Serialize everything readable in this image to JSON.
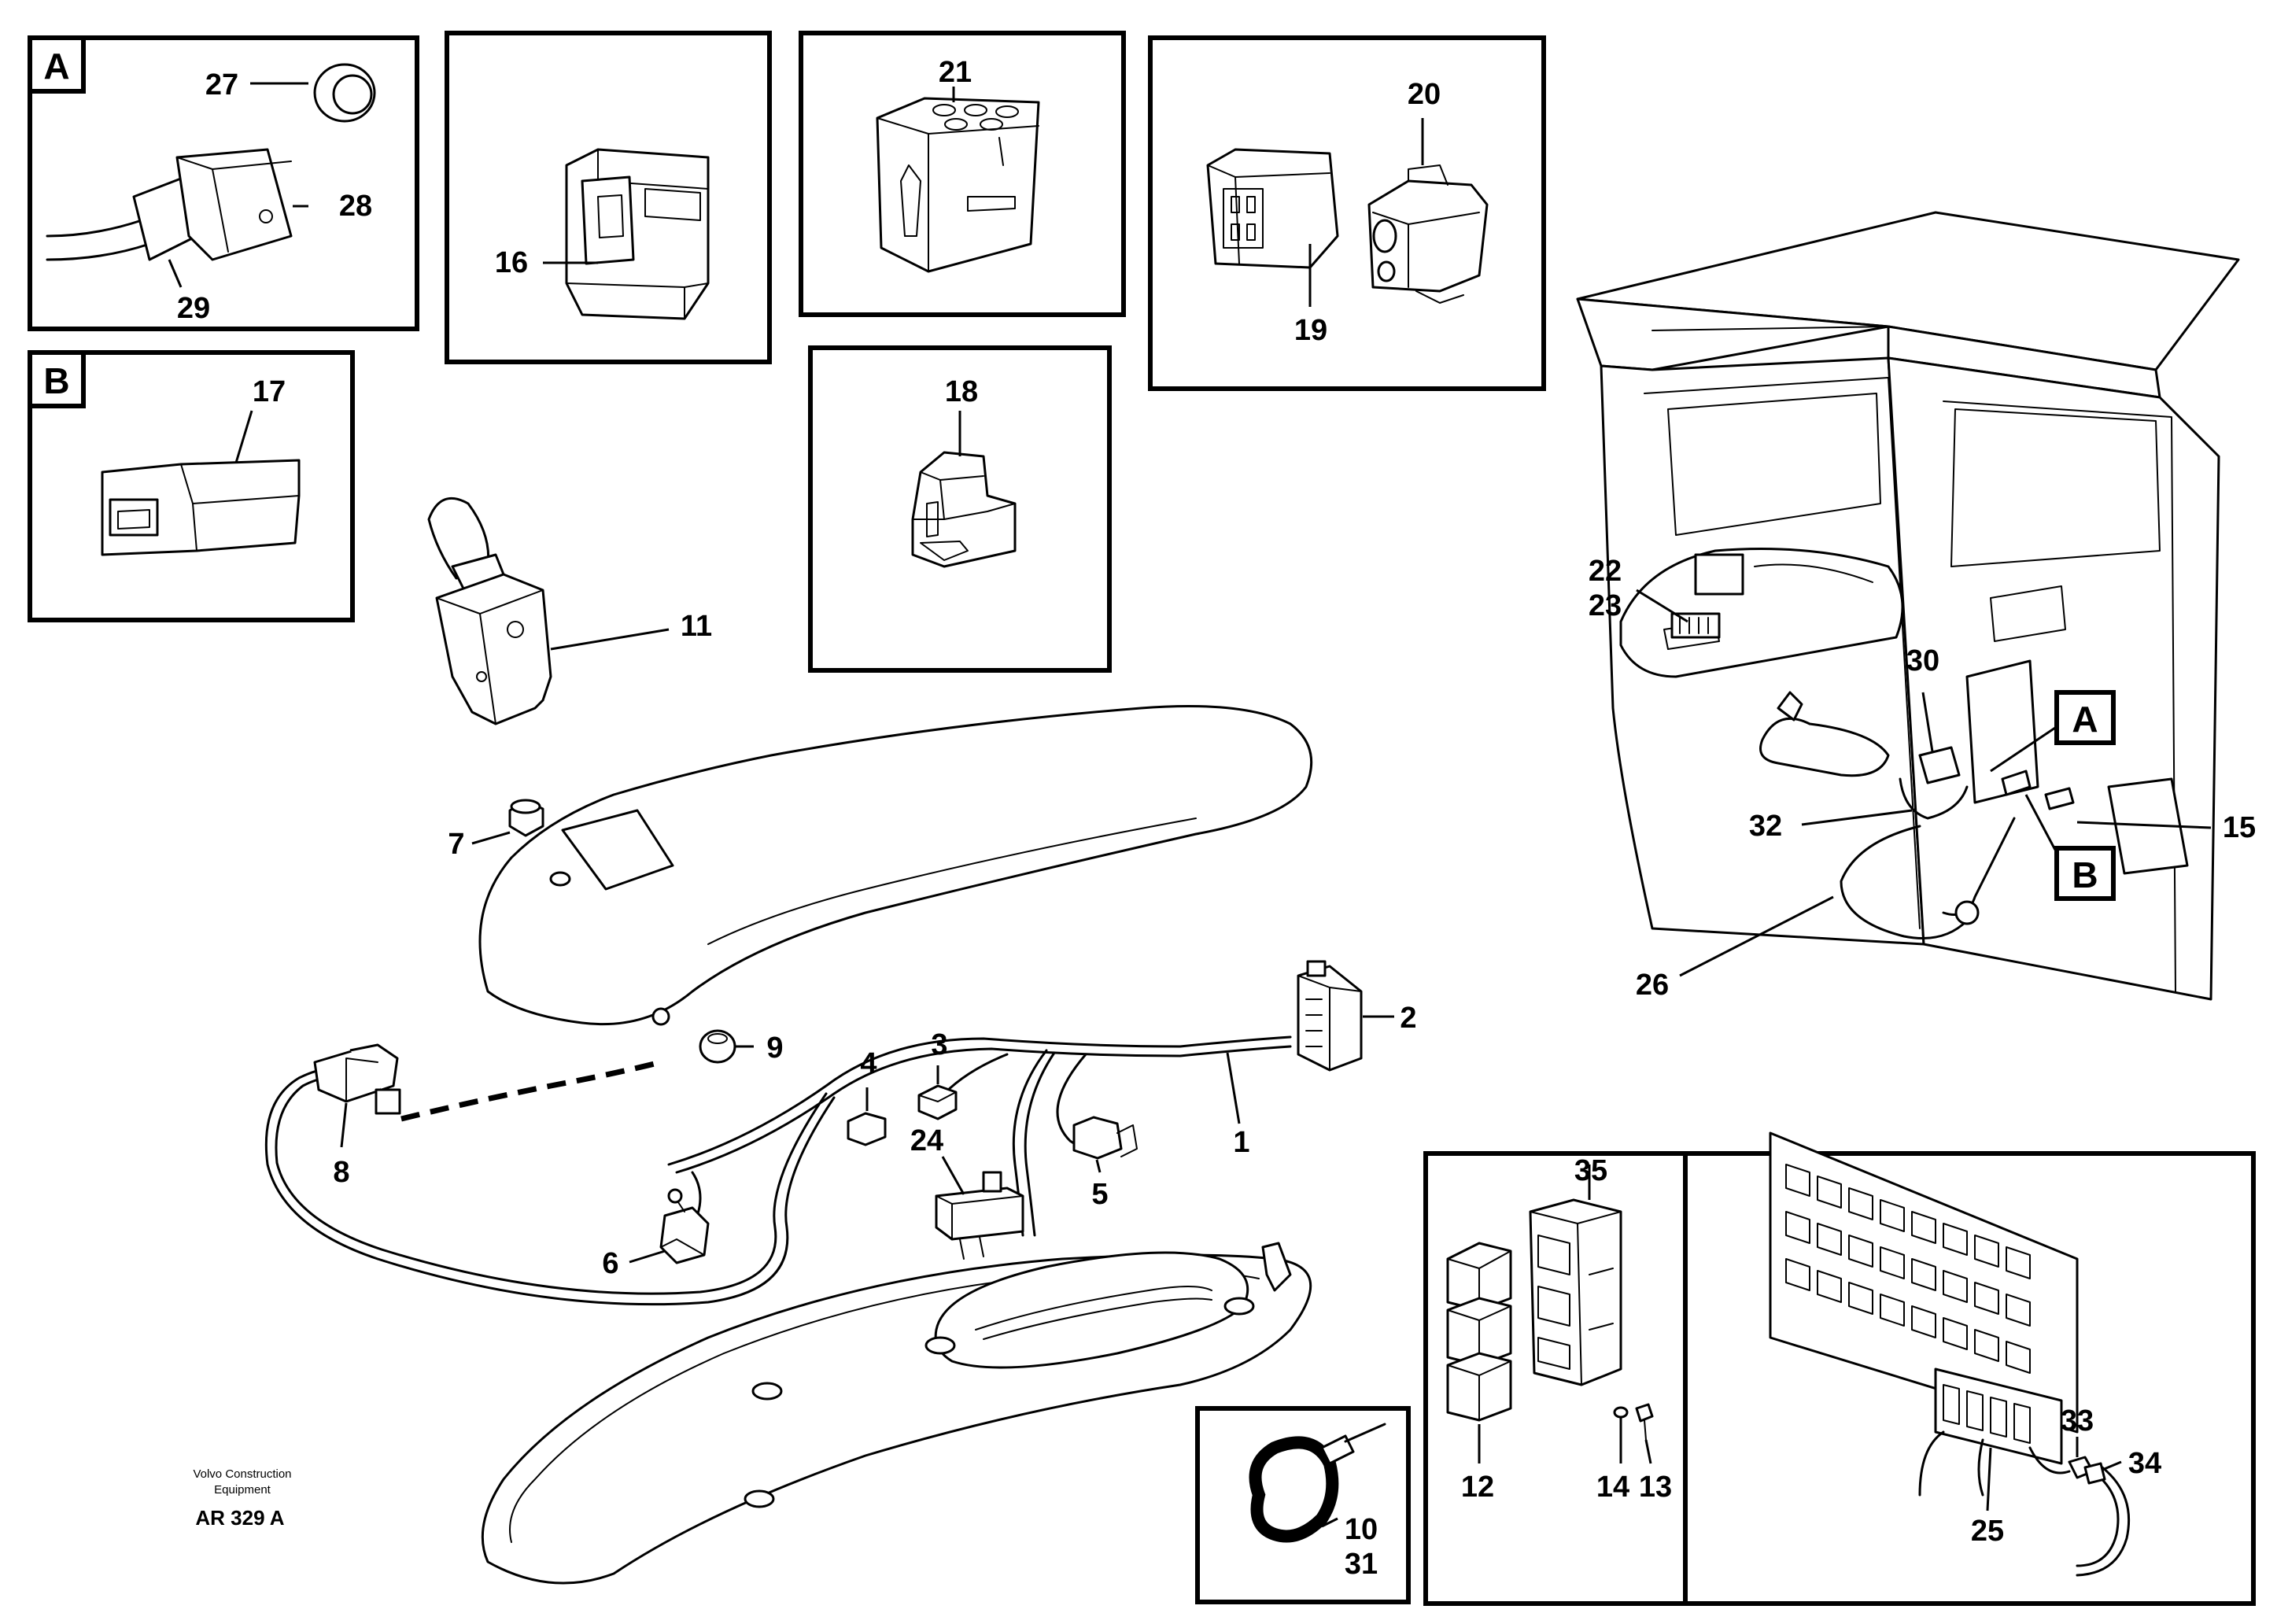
{
  "figure": {
    "credit_line1": "Volvo Construction",
    "credit_line2": "Equipment",
    "figure_code": "AR 329 A"
  },
  "detail_boxes": {
    "a": "A",
    "b": "B"
  },
  "callouts": {
    "c1": "1",
    "c2": "2",
    "c3": "3",
    "c4": "4",
    "c5": "5",
    "c6": "6",
    "c7": "7",
    "c8": "8",
    "c9": "9",
    "c10": "10",
    "c11": "11",
    "c12": "12",
    "c13": "13",
    "c14": "14",
    "c15": "15",
    "c16": "16",
    "c17": "17",
    "c18": "18",
    "c19": "19",
    "c20": "20",
    "c21": "21",
    "c22": "22",
    "c23": "23",
    "c24": "24",
    "c25": "25",
    "c26": "26",
    "c27": "27",
    "c28": "28",
    "c29": "29",
    "c30": "30",
    "c31": "31",
    "c32": "32",
    "c33": "33",
    "c34": "34",
    "c35": "35"
  }
}
